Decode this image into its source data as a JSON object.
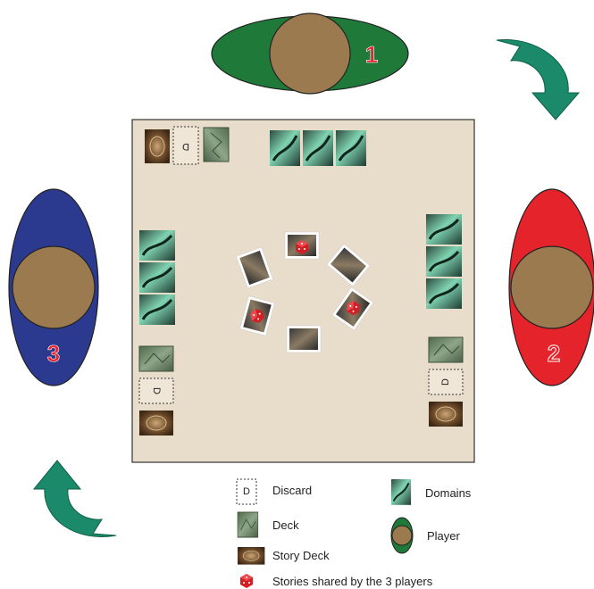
{
  "players": [
    {
      "number": "1",
      "color": "#1f7a3a"
    },
    {
      "number": "2",
      "color": "#e5232a"
    },
    {
      "number": "3",
      "color": "#2b3a8f"
    }
  ],
  "player_token_color": "#9b7a4f",
  "board_color": "#e8dccb",
  "arrow_color": "#1a8a6a",
  "card_labels": {
    "discard": "D"
  },
  "legend": {
    "discard": "Discard",
    "deck": "Deck",
    "story_deck": "Story Deck",
    "domains": "Domains",
    "player": "Player",
    "stories": "Stories shared by the 3 players"
  }
}
